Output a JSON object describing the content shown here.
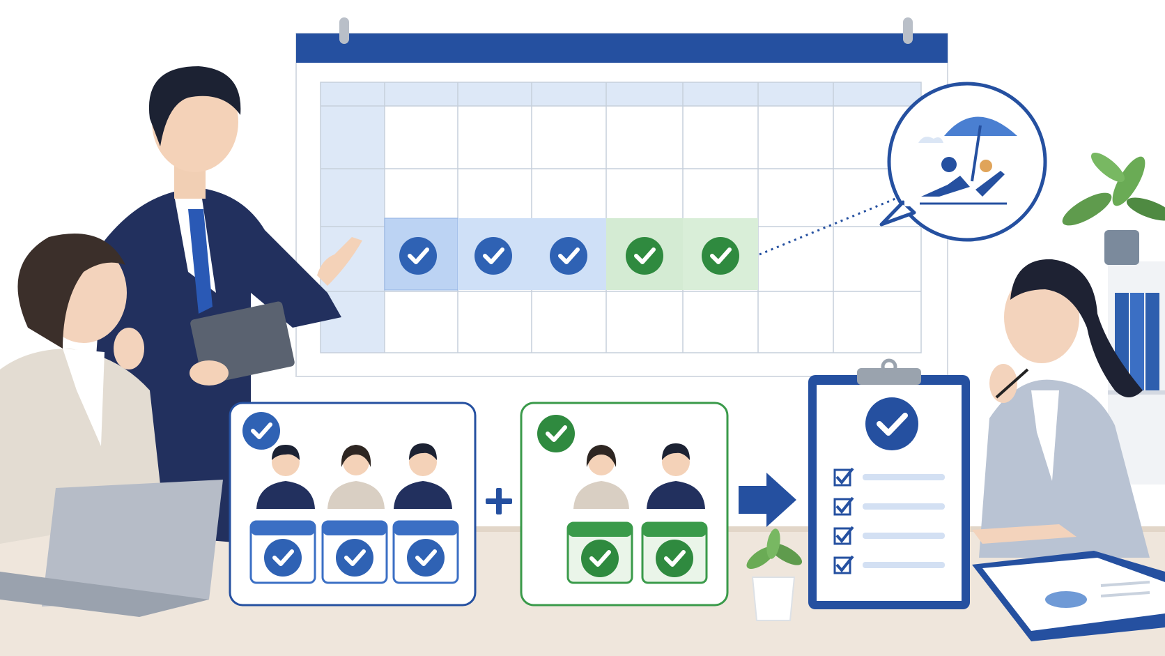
{
  "colors": {
    "primary_blue": "#1f4fa0",
    "light_blue": "#c9dcf5",
    "check_blue": "#3b6fc4",
    "green": "#3a9a4a",
    "light_green": "#d7ecd6",
    "grid_line": "#c9cfd8",
    "desk": "#efe6dc",
    "suit_navy": "#1f2f5c",
    "beige_jacket": "#e8e1d8",
    "gray_jacket": "#b9c3d3"
  },
  "calendar": {
    "rows": 4,
    "columns": 7,
    "blue_checked_cells": 3,
    "green_checked_cells": 2
  },
  "team_blue": {
    "members": 3
  },
  "team_green": {
    "members": 2
  },
  "checklist": {
    "items": 4
  },
  "icons": [
    "check-circle-icon",
    "plus-icon",
    "arrow-right-icon",
    "beach-umbrella-icon",
    "clipboard-icon",
    "calendar-icon"
  ]
}
